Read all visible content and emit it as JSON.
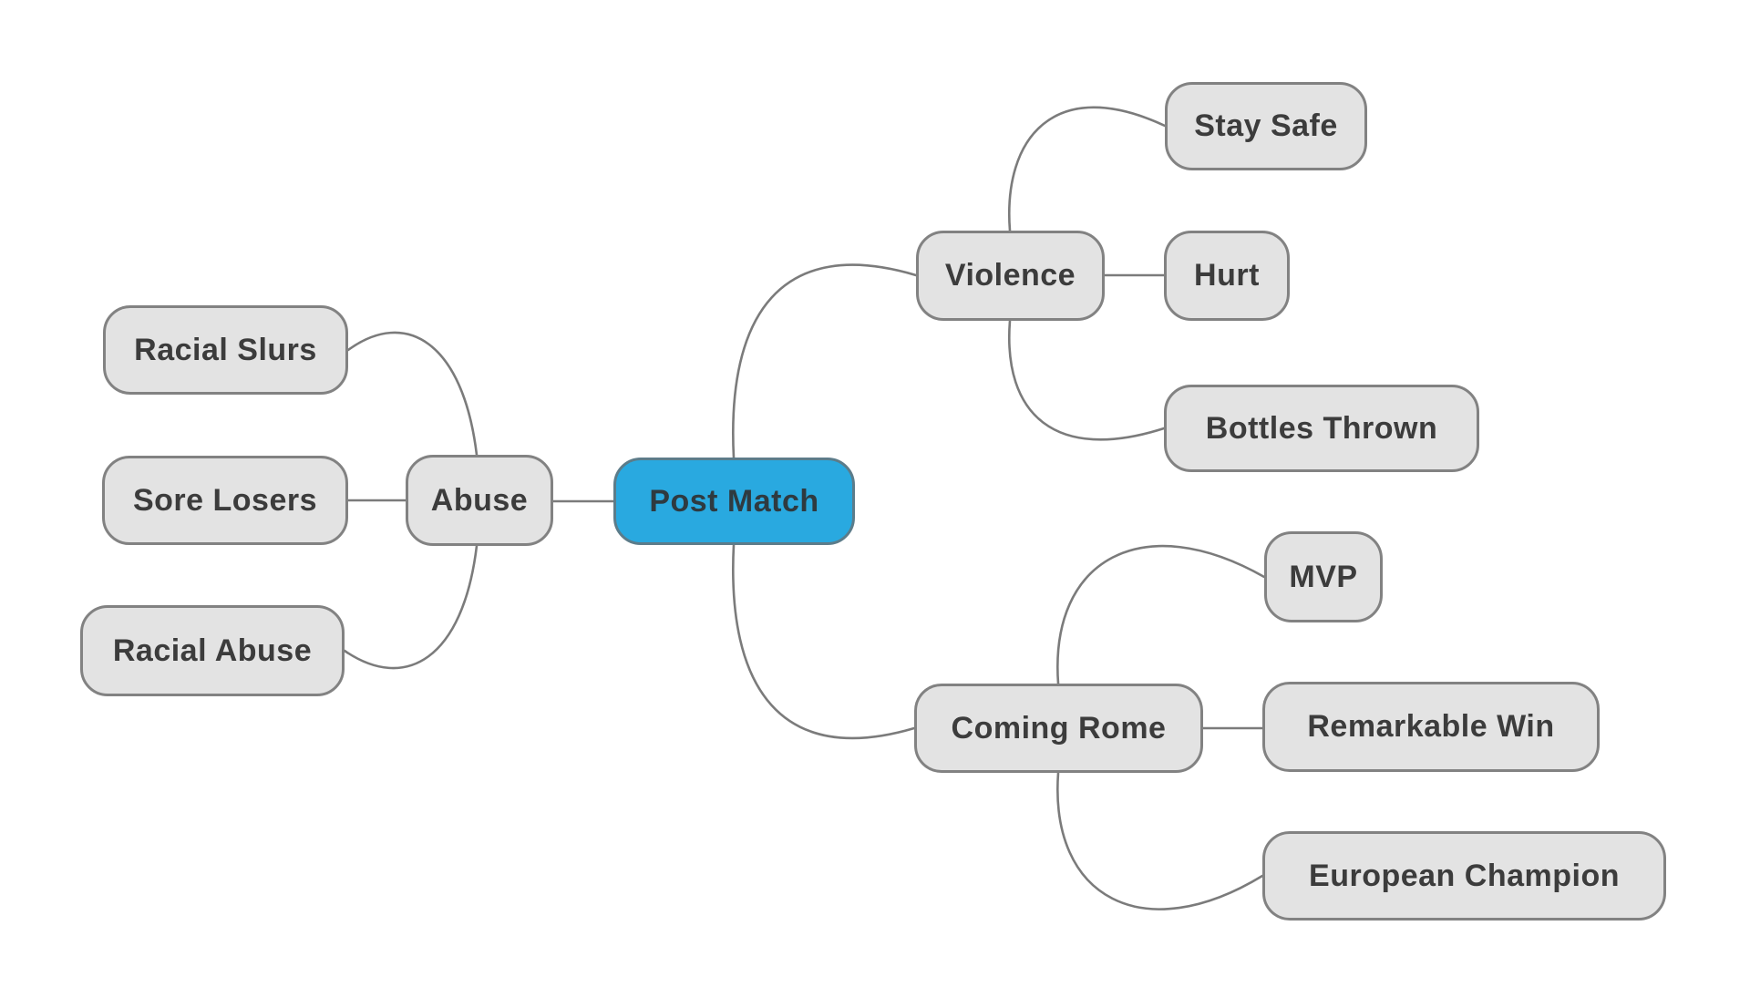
{
  "title": "Post Match mind map",
  "colors": {
    "bg": "#ffffff",
    "root_fill": "#29a9e0",
    "root_border": "#5c7c8a",
    "node_fill": "#e3e3e3",
    "node_border": "#828282",
    "edge": "#7b7b7b",
    "text": "#3c3c3c"
  },
  "mindmap": {
    "root": {
      "label": "Post Match"
    },
    "branches": [
      {
        "label": "Abuse",
        "side": "left",
        "children": [
          {
            "label": "Racial Slurs"
          },
          {
            "label": "Sore Losers"
          },
          {
            "label": "Racial Abuse"
          }
        ]
      },
      {
        "label": "Violence",
        "side": "right",
        "children": [
          {
            "label": "Stay Safe"
          },
          {
            "label": "Hurt"
          },
          {
            "label": "Bottles Thrown"
          }
        ]
      },
      {
        "label": "Coming Rome",
        "side": "right",
        "children": [
          {
            "label": "MVP"
          },
          {
            "label": "Remarkable Win"
          },
          {
            "label": "European Champion"
          }
        ]
      }
    ]
  }
}
